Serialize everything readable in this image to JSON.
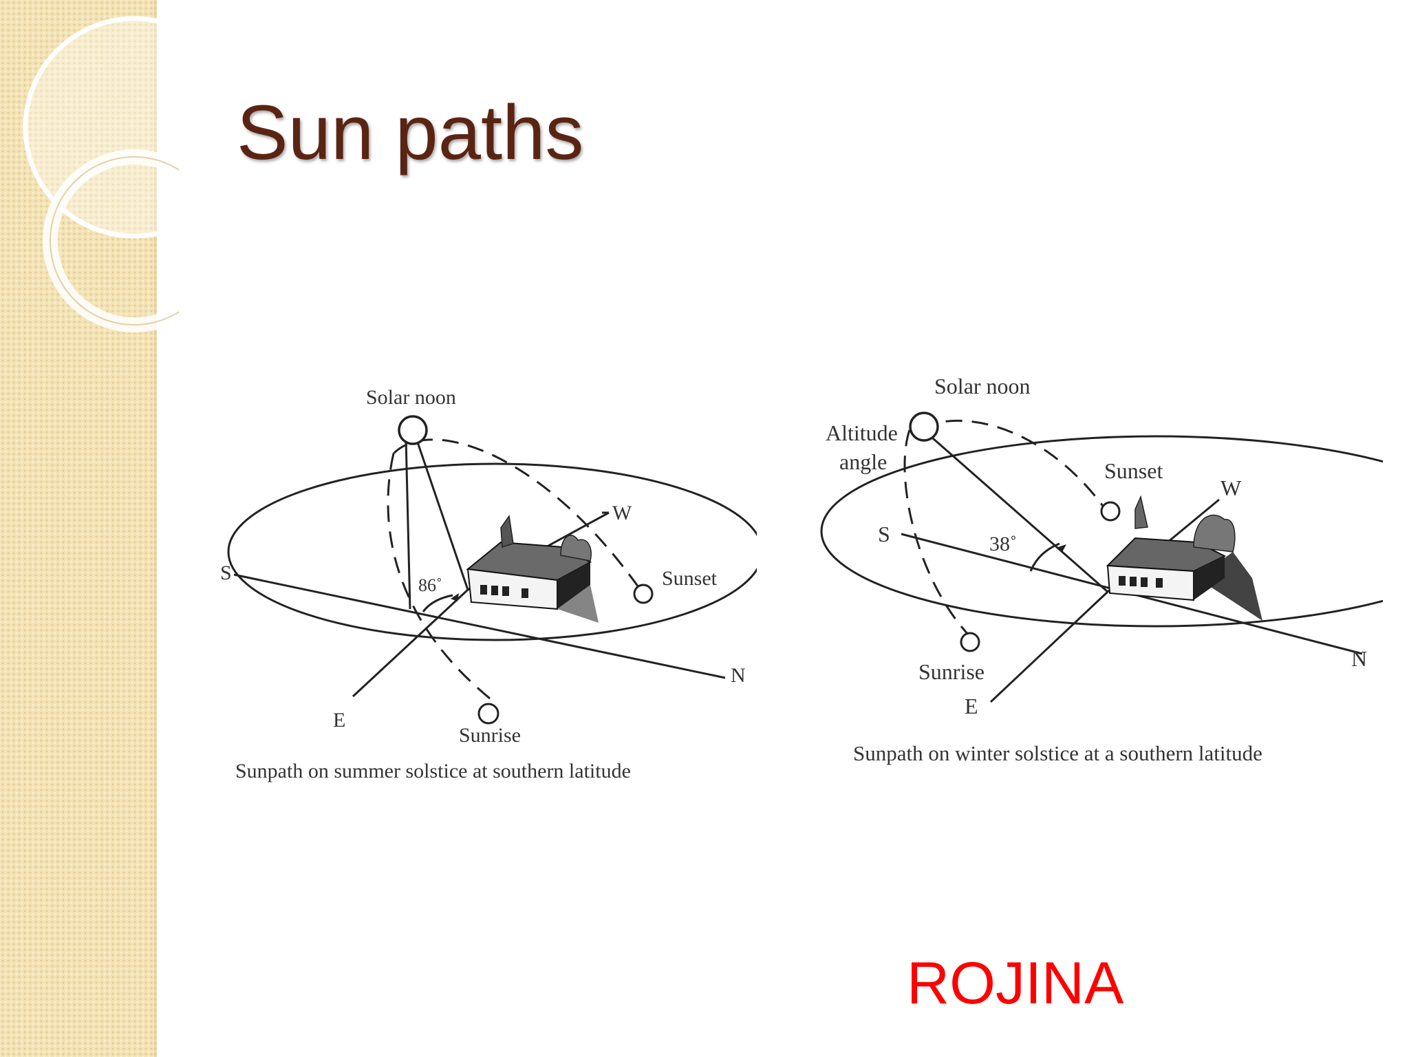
{
  "slide": {
    "title": "Sun paths",
    "author": "ROJINA"
  },
  "colors": {
    "title": "#5a2413",
    "author": "#ff0000",
    "sidebar": "#f3e3b6",
    "diagram_ink": "#222222"
  },
  "diagrams": [
    {
      "caption": "Sunpath on summer solstice at southern latitude",
      "labels": {
        "solar_noon": "Solar noon",
        "sunset": "Sunset",
        "sunrise": "Sunrise",
        "south": "S",
        "north": "N",
        "east": "E",
        "west": "W",
        "angle": "86˚"
      }
    },
    {
      "caption": "Sunpath on winter solstice at a southern latitude",
      "labels": {
        "solar_noon": "Solar noon",
        "altitude_line1": "Altitude",
        "altitude_line2": "angle",
        "sunset": "Sunset",
        "sunrise": "Sunrise",
        "south": "S",
        "north": "N",
        "east": "E",
        "west": "W",
        "angle": "38˚"
      }
    }
  ]
}
